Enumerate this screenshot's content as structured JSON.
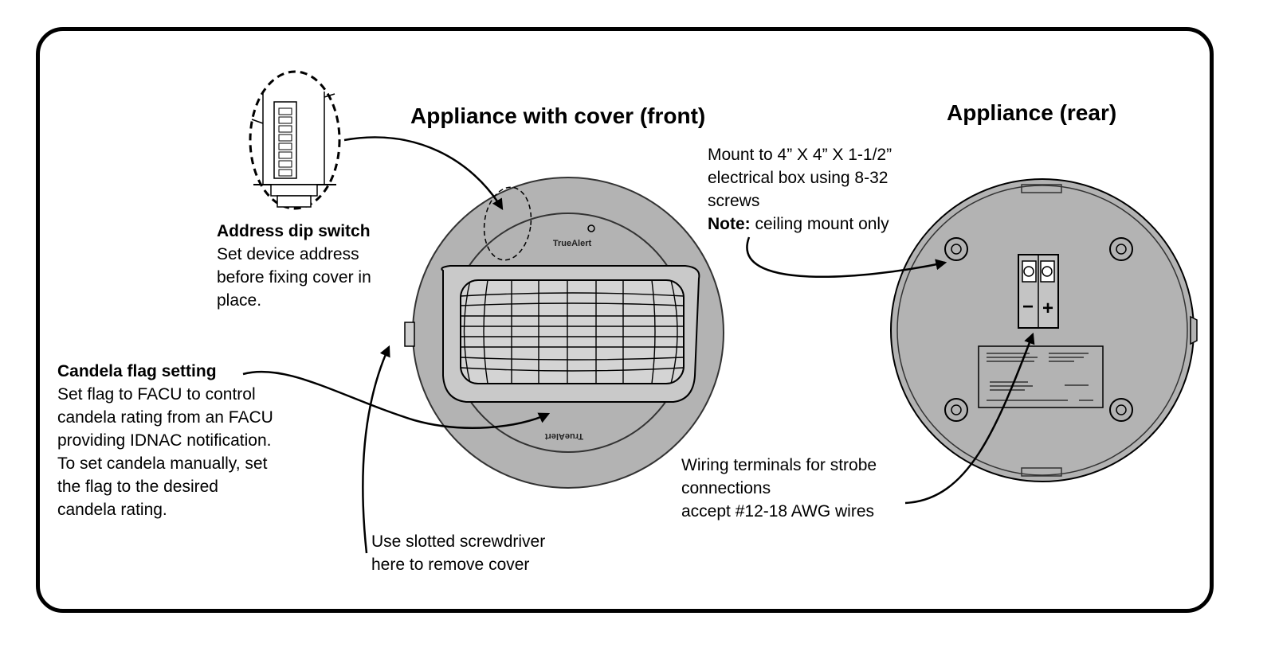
{
  "titles": {
    "front": "Appliance with cover (front)",
    "rear": "Appliance (rear)"
  },
  "callouts": {
    "dip": {
      "heading": "Address dip switch",
      "lines": [
        "Set device address",
        "before fixing cover in",
        "place."
      ]
    },
    "candela": {
      "heading": "Candela flag setting",
      "lines": [
        "Set flag to FACU to control",
        "candela rating from an FACU",
        "providing IDNAC notification.",
        "To set candela manually, set",
        "the flag to the desired",
        "candela rating."
      ]
    },
    "screwdriver": {
      "lines": [
        "Use slotted screwdriver",
        "here to remove cover"
      ]
    },
    "mount": {
      "lines": [
        "Mount to 4” X 4” X 1-1/2”",
        "electrical box using 8-32",
        "screws"
      ],
      "note_label": "Note:",
      "note_text": " ceiling mount only"
    },
    "wiring": {
      "lines": [
        "Wiring terminals for strobe",
        "connections",
        "accept #12-18 AWG wires"
      ]
    }
  },
  "device": {
    "brand_text": "TrueAlert",
    "terminal_minus": "−",
    "terminal_plus": "+"
  },
  "colors": {
    "device_gray": "#b3b3b3",
    "lens_gray": "#c9c9c9",
    "outline": "#000000"
  }
}
